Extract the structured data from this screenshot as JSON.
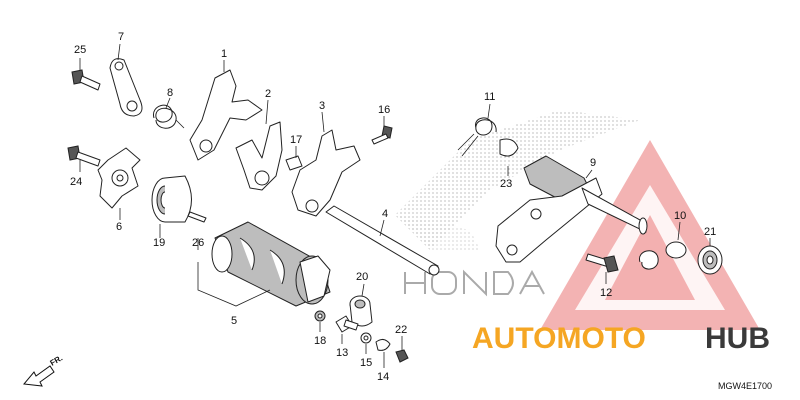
{
  "diagram": {
    "code": "MGW4E1700",
    "direction_label": "FR.",
    "watermark": {
      "part1": "AUTOMOTO",
      "part2": "HUB"
    },
    "callouts": [
      "1",
      "2",
      "3",
      "4",
      "5",
      "6",
      "7",
      "8",
      "9",
      "10",
      "11",
      "12",
      "13",
      "14",
      "15",
      "16",
      "17",
      "18",
      "19",
      "20",
      "21",
      "22",
      "23",
      "24",
      "25",
      "26"
    ]
  }
}
